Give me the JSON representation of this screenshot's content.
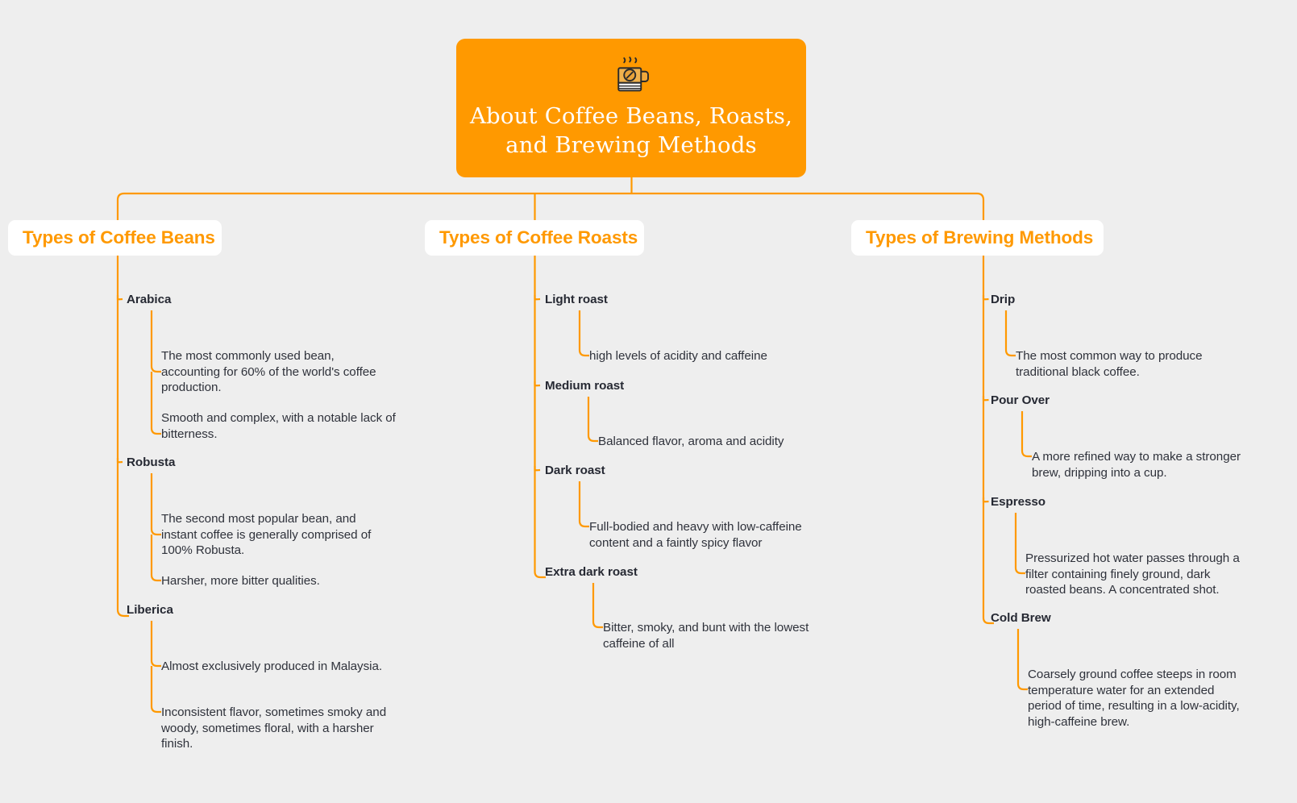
{
  "page": {
    "background_color": "#eeeeee",
    "accent_color": "#ff9900",
    "card_color": "#ffffff",
    "text_color": "#262933"
  },
  "root": {
    "icon": "coffee-mug-icon",
    "title": "About Coffee Beans, Roasts,\nand Brewing Methods"
  },
  "branches": [
    {
      "id": "coffee-beans",
      "label": "Types of Coffee Beans",
      "leaves": [
        {
          "label": "Arabica",
          "details": [
            "The most commonly used bean, accounting for 60% of the world's coffee production.",
            "Smooth and complex, with a notable lack of bitterness."
          ]
        },
        {
          "label": "Robusta",
          "details": [
            "The second most popular bean, and instant coffee is generally comprised of 100% Robusta.",
            "Harsher, more bitter qualities."
          ]
        },
        {
          "label": "Liberica",
          "details": [
            "Almost exclusively produced in Malaysia.",
            "Inconsistent flavor, sometimes smoky and woody, sometimes floral, with a harsher finish."
          ]
        }
      ]
    },
    {
      "id": "coffee-roasts",
      "label": "Types of Coffee Roasts",
      "leaves": [
        {
          "label": "Light roast",
          "details": [
            "high levels of acidity and caffeine"
          ]
        },
        {
          "label": "Medium roast",
          "details": [
            "Balanced flavor, aroma and acidity"
          ]
        },
        {
          "label": "Dark roast",
          "details": [
            "Full-bodied and heavy with low-caffeine content and a faintly spicy flavor"
          ]
        },
        {
          "label": "Extra dark roast",
          "details": [
            "Bitter, smoky, and bunt with the lowest caffeine of all"
          ]
        }
      ]
    },
    {
      "id": "brewing-methods",
      "label": "Types of Brewing Methods",
      "leaves": [
        {
          "label": "Drip",
          "details": [
            "The most common way to produce traditional black coffee."
          ]
        },
        {
          "label": "Pour Over",
          "details": [
            "A more refined way to make a stronger brew, dripping into a cup."
          ]
        },
        {
          "label": "Espresso",
          "details": [
            "Pressurized hot water passes through a filter containing finely ground, dark roasted beans. A concentrated shot."
          ]
        },
        {
          "label": "Cold Brew",
          "details": [
            "Coarsely ground coffee steeps in room temperature water for an extended period of time, resulting in a low-acidity, high-caffeine brew."
          ]
        }
      ]
    }
  ]
}
